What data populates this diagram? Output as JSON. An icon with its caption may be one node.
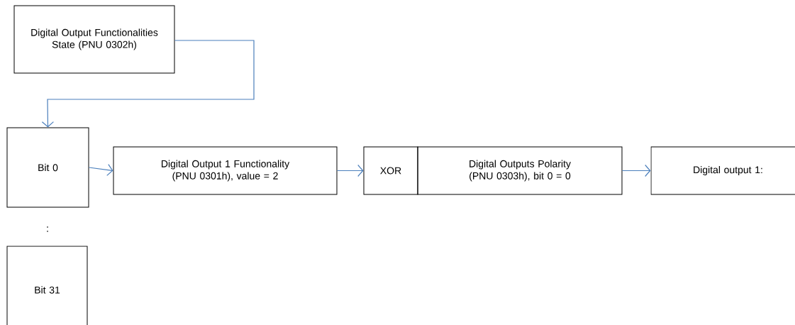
{
  "diagram": {
    "nodes": [
      {
        "text": [
          "Digital Output Functionalities State (PNU 0302h)"
        ]
      },
      {
        "text": [
          "Bit 0"
        ]
      },
      {
        "text": [
          "Bit 31"
        ]
      },
      {
        "text": [
          "Digital Output 1 Functionality (PNU 0301h), value = 2"
        ]
      },
      {
        "text": [
          "XOR"
        ]
      },
      {
        "text": [
          "Digital Outputs Polarity (PNU 0303h), bit 0 = 0"
        ]
      },
      {
        "text": [
          "Digital output 1:"
        ]
      }
    ],
    "edges": [
      {
        "from": 0,
        "to": 1,
        "arrow": "to"
      },
      {
        "from": 1,
        "to": 3,
        "arrow": "to"
      },
      {
        "from": 3,
        "to": 4,
        "arrow": "to"
      },
      {
        "from": 5,
        "to": 6,
        "arrow": "to"
      }
    ],
    "labels": [
      ":"
    ]
  }
}
